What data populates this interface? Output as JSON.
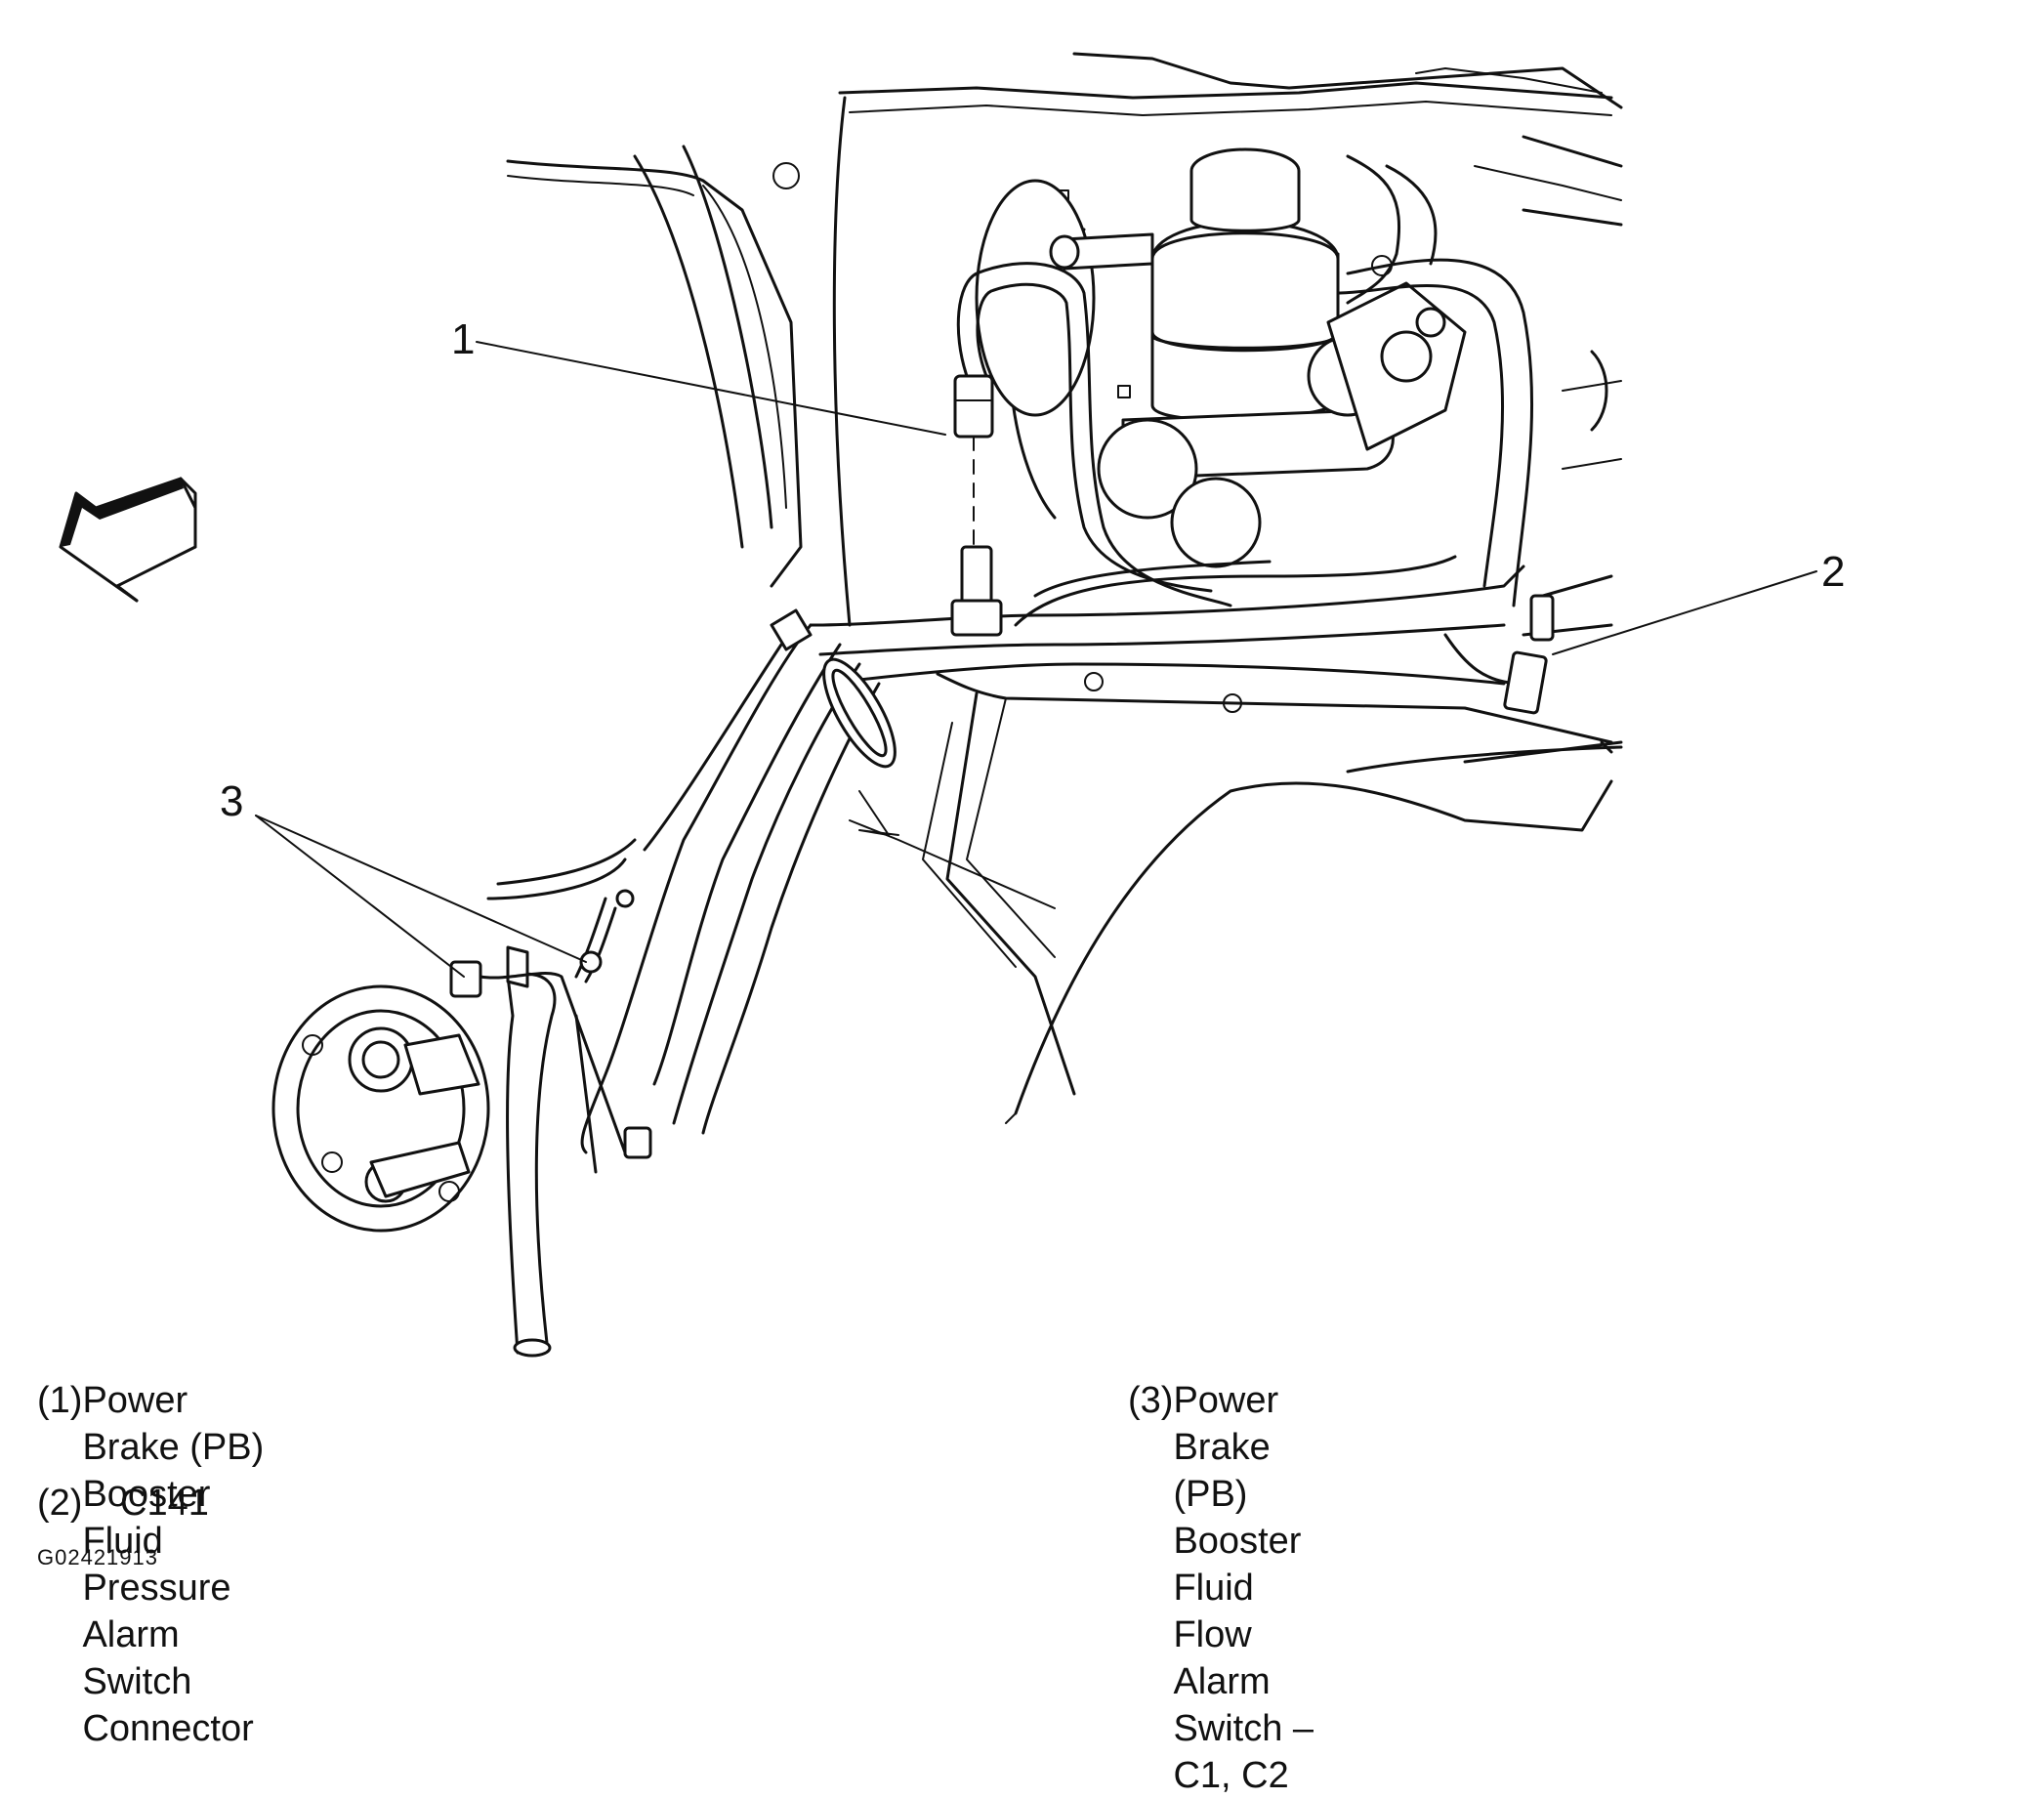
{
  "callouts": [
    "1",
    "2",
    "3"
  ],
  "legend": [
    {
      "num": "(1)",
      "text": "Power Brake (PB) Booster Fluid Pressure\nAlarm Switch Connector"
    },
    {
      "num": "(2)",
      "text": "C141"
    },
    {
      "num": "(3)",
      "text": "Power Brake (PB) Booster Fluid Flow Alarm\nSwitch – C1, C2"
    }
  ],
  "figure_id": "G02421913",
  "icons": [
    "forward-direction-arrow-icon"
  ]
}
